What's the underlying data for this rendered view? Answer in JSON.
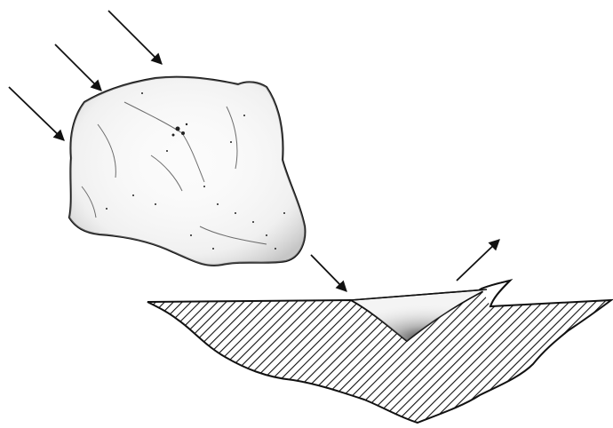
{
  "diagram": {
    "elements": {
      "particle": "abrasive-particle",
      "surface": "hatched-surface",
      "groove": "abraded-groove",
      "incoming_arrows": 3,
      "impact_arrow": "down-right",
      "rebound_arrow": "up-right"
    },
    "colors": {
      "ink": "#111111",
      "background": "#ffffff",
      "particle_fill": "#fbfbfb",
      "groove_fill": "#f4f4f4"
    }
  }
}
